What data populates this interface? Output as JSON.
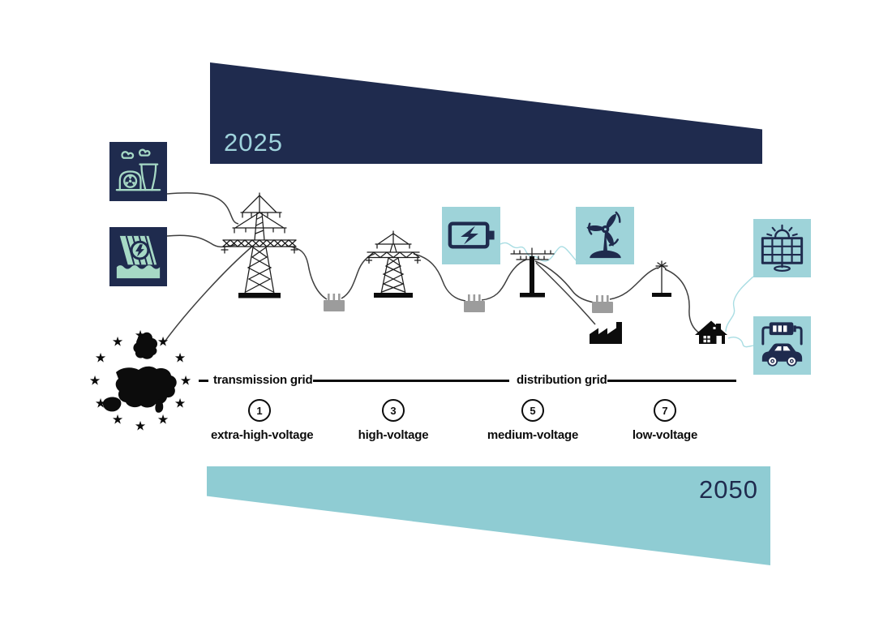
{
  "banners": {
    "top_year": "2025",
    "bottom_year": "2050"
  },
  "sections": [
    {
      "label": "transmission grid"
    },
    {
      "label": "distribution grid"
    }
  ],
  "steps": [
    {
      "number": "1",
      "label": "extra-high-voltage"
    },
    {
      "number": "3",
      "label": "high-voltage"
    },
    {
      "number": "5",
      "label": "medium-voltage"
    },
    {
      "number": "7",
      "label": "low-voltage"
    }
  ],
  "icons": {
    "nuclear": "nuclear-power-plant-icon",
    "hydro": "hydroelectric-dam-icon",
    "battery": "battery-storage-icon",
    "wind": "wind-turbine-icon",
    "solar": "solar-panel-icon",
    "ev": "electric-vehicle-charging-icon",
    "eu": "eu-stars-europe-map-icon",
    "pylon_large": "extra-high-voltage-pylon-icon",
    "pylon_small": "high-voltage-pylon-icon",
    "pole_medium": "medium-voltage-pole-icon",
    "pole_low": "low-voltage-pole-icon",
    "transformer": "transformer-icon",
    "factory": "factory-icon",
    "house": "house-icon"
  },
  "colors": {
    "navy": "#1f2b4e",
    "banner_teal": "#8fccd3",
    "box_teal": "#9ed3d9",
    "icon_green": "#a6d9c5",
    "year_light": "#9fd3dc",
    "wire_dark": "#3f3f3f",
    "wire_teal": "#a9dde3",
    "gray": "#9c9c9c",
    "ink": "#111111"
  }
}
